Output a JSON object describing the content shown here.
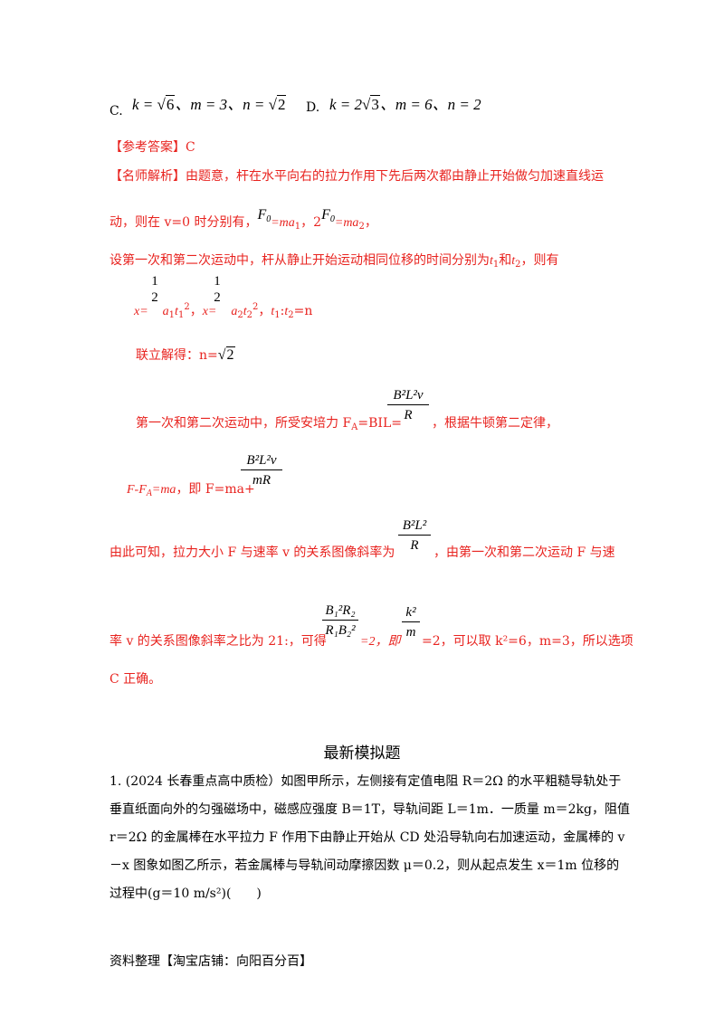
{
  "options": {
    "c_letter": "C.",
    "c_k": "k = ",
    "c_k_root": "6",
    "c_m": "、m = 3、n = ",
    "c_n_root": "2",
    "d_letter": "D.",
    "d_k": "k = 2",
    "d_k_root": "3",
    "d_rest": "、m = 6、n = 2"
  },
  "answer": {
    "label": "【参考答案】",
    "value": "C"
  },
  "analysis": {
    "label": "【名师解析】",
    "line1": "由题意，杆在水平向右的拉力作用下先后两次都由静止开始做匀加速直线运",
    "line2_a": "动，则在 v=0 时分别有，",
    "line2_F": "F",
    "line2_sub0": "0",
    "line2_b": "=ma",
    "line2_sub1": "1",
    "line2_c": "，2",
    "line2_d": "=ma",
    "line2_sub2": "2",
    "line2_e": "，",
    "line3": "设第一次和第二次运动中，杆从静止开始运动相同位移的时间分别为",
    "line3_t1": "t",
    "line3_t1s": "1",
    "line3_and": "和",
    "line3_t2": "t",
    "line3_t2s": "2",
    "line3_end": "，则有",
    "half_num": "1",
    "half_den": "2",
    "eq1_x": "x=",
    "eq1_a": "a",
    "eq1_as": "1",
    "eq1_t": "t",
    "eq1_ts": "1",
    "eq1_sq": "2",
    "eq1_sep": "，",
    "eq2_x": "x=",
    "eq2_a": "a",
    "eq2_as": "2",
    "eq2_t": "t",
    "eq2_ts": "2",
    "eq2_sq": "2",
    "eq2_sep": "，",
    "ratio_t1": "t",
    "ratio_t1s": "1",
    "ratio_colon": ":",
    "ratio_t2": "t",
    "ratio_t2s": "2",
    "ratio_end": "=n",
    "solve_text": "联立解得：n=",
    "solve_root": "2",
    "ampere_text": "第一次和第二次运动中，所受安培力 F",
    "ampere_sub": "A",
    "ampere_eq": "=BIL=",
    "ampere_num": "B²L²v",
    "ampere_den": "R",
    "ampere_after": "，根据牛顿第二定律，",
    "newton_a": "F-F",
    "newton_sub": "A",
    "newton_b": "=ma",
    "newton_c": "，即 F=ma+",
    "newton_num": "B²L²v",
    "newton_den": "mR",
    "slope_text": "由此可知，拉力大小 F 与速率 v 的关系图像斜率为",
    "slope_num": "B²L²",
    "slope_den": "R",
    "slope_after": "，由第一次和第二次运动 F 与速",
    "ratio_line_a": "率 v 的关系图像斜率之比为 21:，可得",
    "ratio_num": "B₁²R₂",
    "ratio_den": "R₁B₂²",
    "ratio_eq2": "=2，即",
    "k_num": "k²",
    "k_den": "m",
    "k_after": "=2，可以取 k²=6，m=3，所以选项",
    "final": "C 正确。"
  },
  "section_title": "最新模拟题",
  "question": {
    "line1": "1. (2024 长春重点高中质检）如图甲所示，左侧接有定值电阻 R＝2Ω 的水平粗糙导轨处于",
    "line2": "垂直纸面向外的匀强磁场中，磁感应强度 B＝1T，导轨间距 L＝1m．一质量 m＝2kg，阻值",
    "line3": "r＝2Ω 的金属棒在水平拉力 F 作用下由静止开始从 CD 处沿导轨向右加速运动，金属棒的 v",
    "line4": "－x 图象如图乙所示，若金属棒与导轨间动摩擦因数 μ＝0.2，则从起点发生 x＝1m 位移的",
    "line5": "过程中(g＝10 m/s²)(　　)"
  },
  "footer": "资料整理【淘宝店铺：向阳百分百】"
}
